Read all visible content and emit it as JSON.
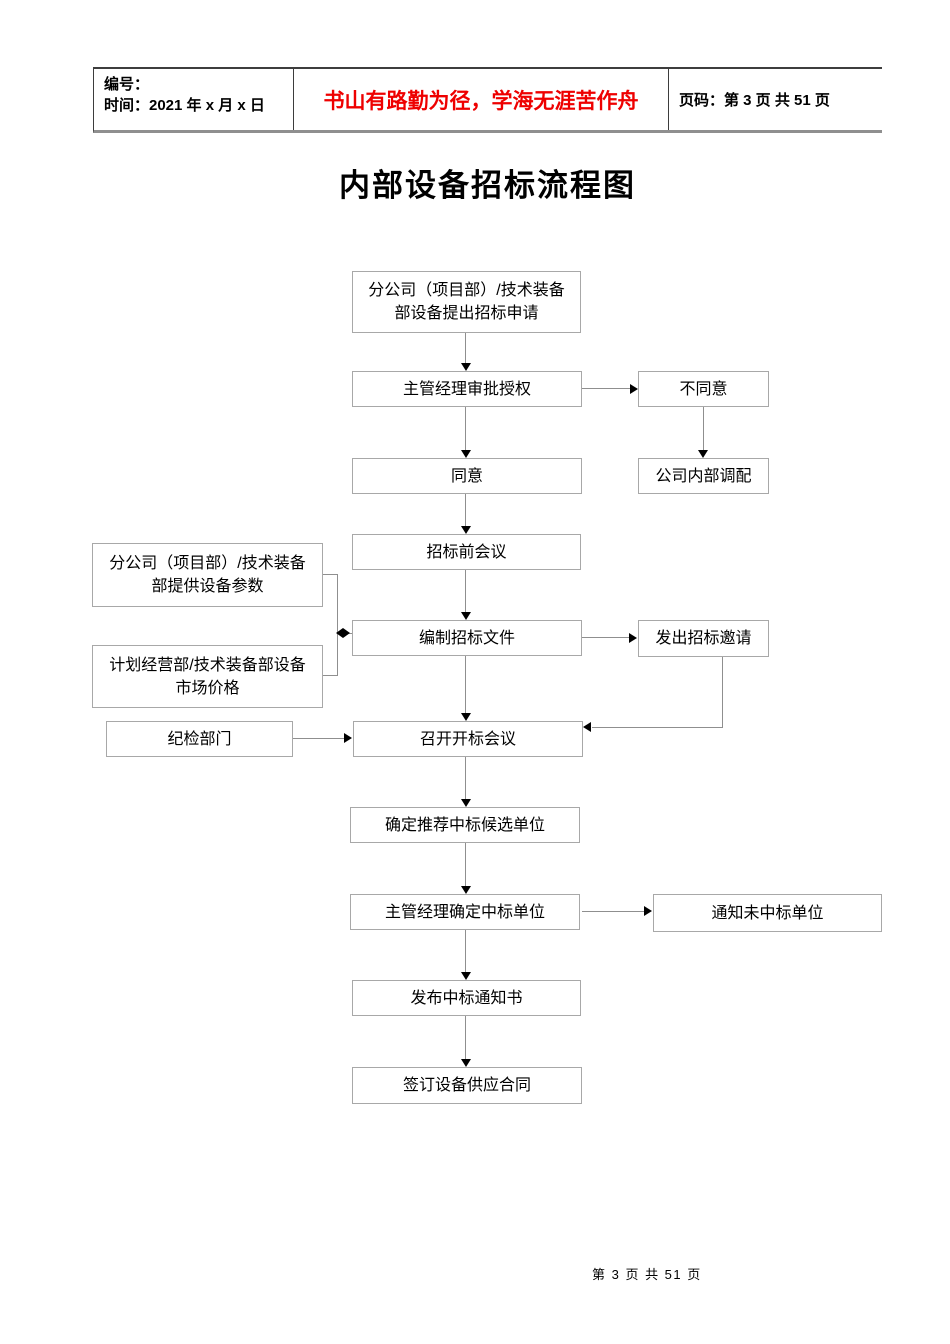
{
  "header": {
    "number_label": "编号：",
    "time_label": "时间：2021 年 x 月 x 日",
    "motto": "书山有路勤为径，学海无涯苦作舟",
    "motto_color": "#ee0000",
    "page_info": "页码：第 3 页  共 51 页"
  },
  "title": "内部设备招标流程图",
  "flowchart": {
    "nodes": {
      "apply": {
        "line1": "分公司（项目部）/技术装备",
        "line2": "部设备提出招标申请"
      },
      "approve": {
        "label": "主管经理审批授权"
      },
      "disagree": {
        "label": "不同意"
      },
      "agree": {
        "label": "同意"
      },
      "internal_allocation": {
        "label": "公司内部调配"
      },
      "pre_bid_meeting": {
        "label": "招标前会议"
      },
      "provide_params": {
        "line1": "分公司（项目部）/技术装备",
        "line2": "部提供设备参数"
      },
      "market_price": {
        "line1": "计划经营部/技术装备部设备",
        "line2": "市场价格"
      },
      "compile_docs": {
        "label": "编制招标文件"
      },
      "send_invitation": {
        "label": "发出招标邀请"
      },
      "discipline_dept": {
        "label": "纪检部门"
      },
      "bid_opening_meeting": {
        "label": "召开开标会议"
      },
      "recommend_candidates": {
        "label": "确定推荐中标候选单位"
      },
      "confirm_winner": {
        "label": "主管经理确定中标单位"
      },
      "notify_losers": {
        "label": "通知未中标单位"
      },
      "issue_notice": {
        "label": "发布中标通知书"
      },
      "sign_contract": {
        "label": "签订设备供应合同"
      }
    }
  },
  "footer": {
    "page_text": "第 3 页 共 51 页"
  }
}
